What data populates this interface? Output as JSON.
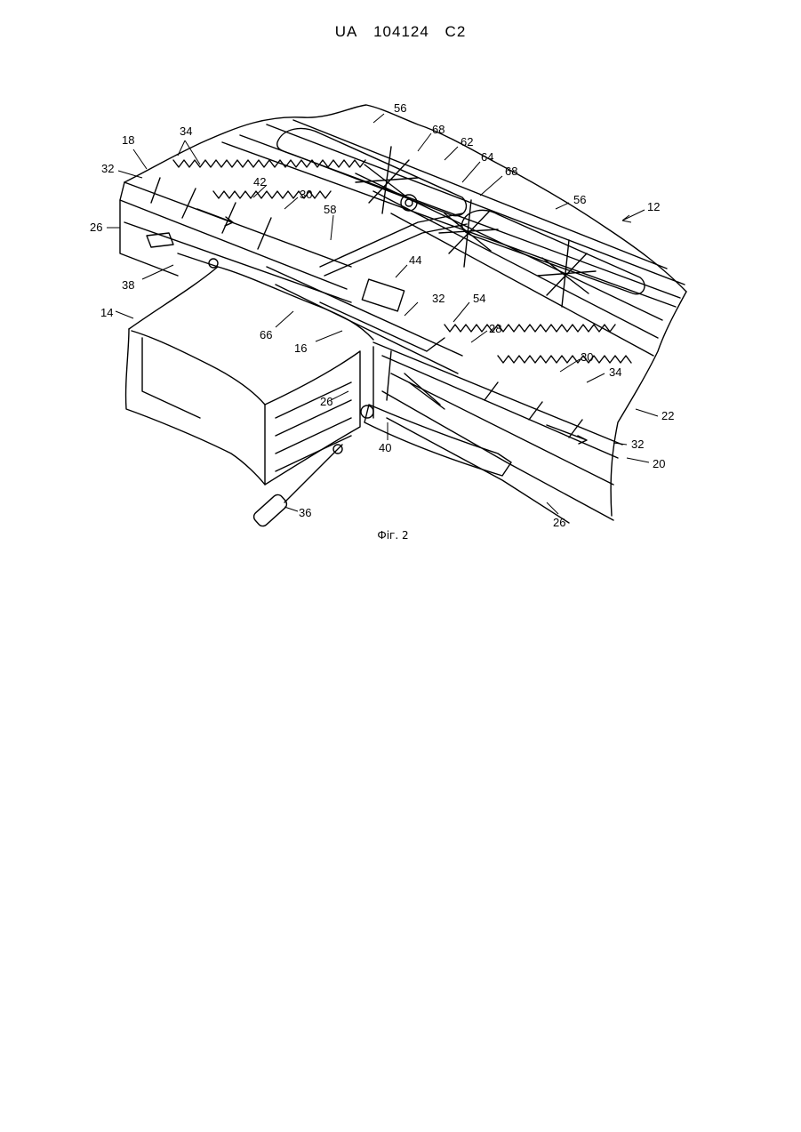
{
  "document": {
    "patent_number": {
      "country": "UA",
      "number": "104124",
      "kind": "C2"
    },
    "figure": {
      "caption": "Фіг. 2",
      "reference_labels": [
        {
          "id": "ref-56a",
          "text": "56"
        },
        {
          "id": "ref-68a",
          "text": "68"
        },
        {
          "id": "ref-62",
          "text": "62"
        },
        {
          "id": "ref-64",
          "text": "64"
        },
        {
          "id": "ref-68b",
          "text": "68"
        },
        {
          "id": "ref-56b",
          "text": "56"
        },
        {
          "id": "ref-12",
          "text": "12"
        },
        {
          "id": "ref-18",
          "text": "18"
        },
        {
          "id": "ref-34a",
          "text": "34"
        },
        {
          "id": "ref-32a",
          "text": "32"
        },
        {
          "id": "ref-42",
          "text": "42"
        },
        {
          "id": "ref-30a",
          "text": "30"
        },
        {
          "id": "ref-58",
          "text": "58"
        },
        {
          "id": "ref-26a",
          "text": "26"
        },
        {
          "id": "ref-44",
          "text": "44"
        },
        {
          "id": "ref-38",
          "text": "38"
        },
        {
          "id": "ref-32b",
          "text": "32"
        },
        {
          "id": "ref-54",
          "text": "54"
        },
        {
          "id": "ref-14",
          "text": "14"
        },
        {
          "id": "ref-66",
          "text": "66"
        },
        {
          "id": "ref-28",
          "text": "28"
        },
        {
          "id": "ref-16",
          "text": "16"
        },
        {
          "id": "ref-30b",
          "text": "30"
        },
        {
          "id": "ref-34b",
          "text": "34"
        },
        {
          "id": "ref-26b",
          "text": "26"
        },
        {
          "id": "ref-22",
          "text": "22"
        },
        {
          "id": "ref-40",
          "text": "40"
        },
        {
          "id": "ref-32c",
          "text": "32"
        },
        {
          "id": "ref-20",
          "text": "20"
        },
        {
          "id": "ref-36",
          "text": "36"
        },
        {
          "id": "ref-26c",
          "text": "26"
        }
      ]
    }
  }
}
